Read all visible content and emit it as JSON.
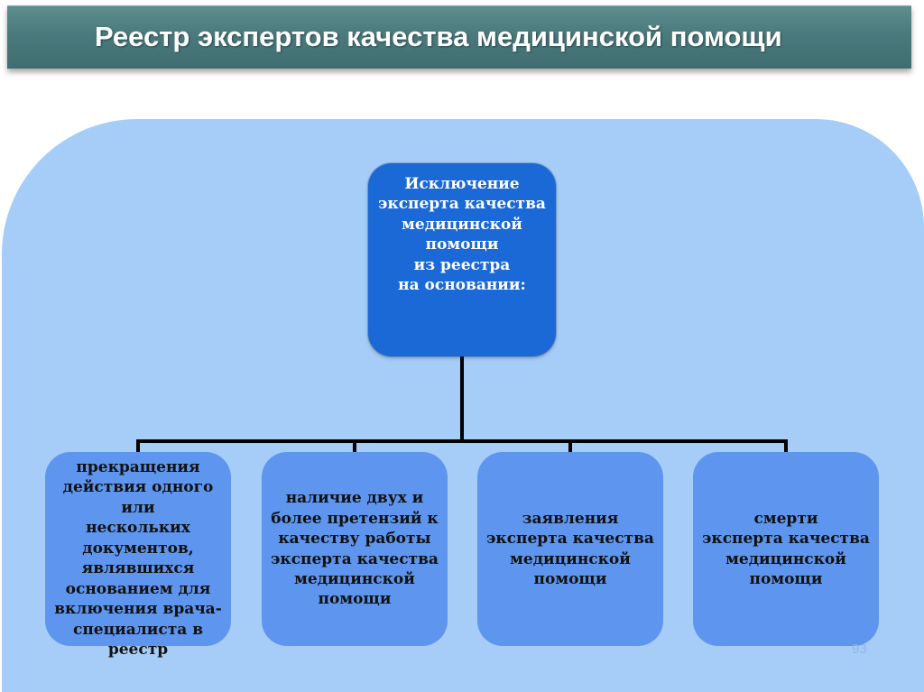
{
  "header": {
    "title": "Реестр экспертов качества медицинской помощи"
  },
  "diagram": {
    "root": "Исключение\nэксперта качества\nмедицинской\nпомощи\nиз реестра\nна основании:",
    "children": [
      "прекращения\nдействия одного или\nнескольких\nдокументов,\nявлявшихся\nоснованием для\nвключения врача-\nспециалиста в реестр",
      "наличие двух и\nболее претензий к\nкачеству работы\nэксперта качества\nмедицинской\nпомощи",
      "заявления\nэксперта качества\nмедицинской\nпомощи",
      "смерти\nэксперта качества\nмедицинской\nпомощи"
    ]
  },
  "footer": {
    "slide_number": "93"
  },
  "colors": {
    "title_bar": "#4b7a7d",
    "panel": "#a6cdf8",
    "root_box": "#1a69d6",
    "child_box": "#5e95ee",
    "connector": "#000000"
  }
}
